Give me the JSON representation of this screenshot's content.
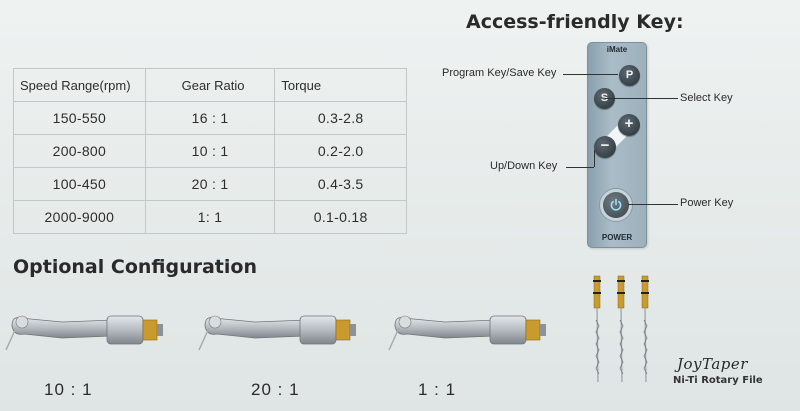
{
  "spec_table": {
    "headers": [
      "Speed Range(rpm)",
      "Gear Ratio",
      "Torque"
    ],
    "rows": [
      [
        "150-550",
        "16 : 1",
        "0.3-2.8"
      ],
      [
        "200-800",
        "10 : 1",
        "0.2-2.0"
      ],
      [
        "100-450",
        "20 : 1",
        "0.4-3.5"
      ],
      [
        "2000-9000",
        "1: 1",
        "0.1-0.18"
      ]
    ]
  },
  "access_key": {
    "title": "Access-friendly Key:",
    "remote_brand": "iMate",
    "remote_power_label": "POWER",
    "keys": {
      "program": "P",
      "select": "S",
      "up": "+",
      "down": "−"
    },
    "callouts": {
      "program": "Program Key/Save Key",
      "select": "Select Key",
      "updown": "Up/Down Key",
      "power": "Power Key"
    }
  },
  "optional": {
    "title": "Optional Configuration",
    "handpieces": [
      {
        "ratio": "10 : 1"
      },
      {
        "ratio": "20 : 1"
      },
      {
        "ratio": "1 : 1"
      }
    ]
  },
  "file_product": {
    "name": "JoyTaper",
    "subtitle": "Ni-Ti Rotary File"
  },
  "colors": {
    "background": "#e7eceb",
    "remote_body": "#9db1bd",
    "key_dark": "#3c464d",
    "file_gold": "#c99a2e",
    "handpiece_silver": "#b9bec2"
  }
}
